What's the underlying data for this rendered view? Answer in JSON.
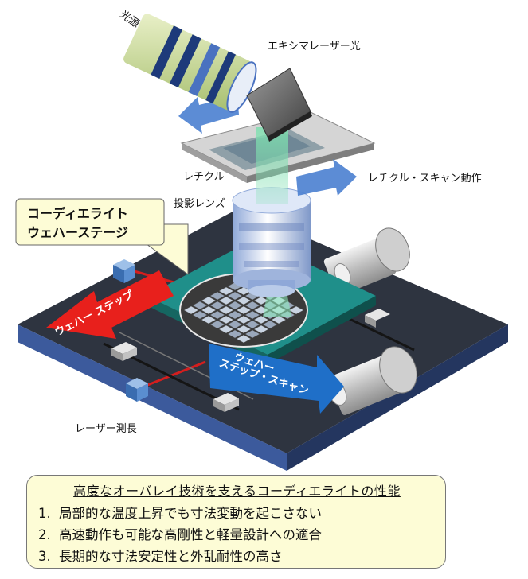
{
  "labels": {
    "light_source": "光源",
    "excimer": "エキシマレーザー光",
    "reticle": "レチクル",
    "reticle_scan": "レチクル・スキャン動作",
    "projection_lens": "投影レンズ",
    "laser_measure": "レーザー測長"
  },
  "callout": {
    "line1": "コーディエライト",
    "line2": "ウェハーステージ"
  },
  "arrows": {
    "red": "ウェハー ステップ",
    "blue_line1": "ウェハー",
    "blue_line2": "ステップ・スキャン"
  },
  "summary": {
    "title": "高度なオーバレイ技術を支えるコーディエライトの性能",
    "items": [
      {
        "num": "1.",
        "text": "局部的な温度上昇でも寸法変動を起こさない"
      },
      {
        "num": "2.",
        "text": "高速動作も可能な高剛性と軽量設計への適合"
      },
      {
        "num": "3.",
        "text": "長期的な寸法安定性と外乱耐性の高さ"
      }
    ]
  },
  "colors": {
    "stage_teal": "#1f8f8a",
    "base_dark": "#2e3440",
    "red_arrow": "#e8201c",
    "blue_arrow": "#1f6fc8",
    "callout_fill": "#fdfcd6",
    "beam_green": "#7fe0b0"
  }
}
